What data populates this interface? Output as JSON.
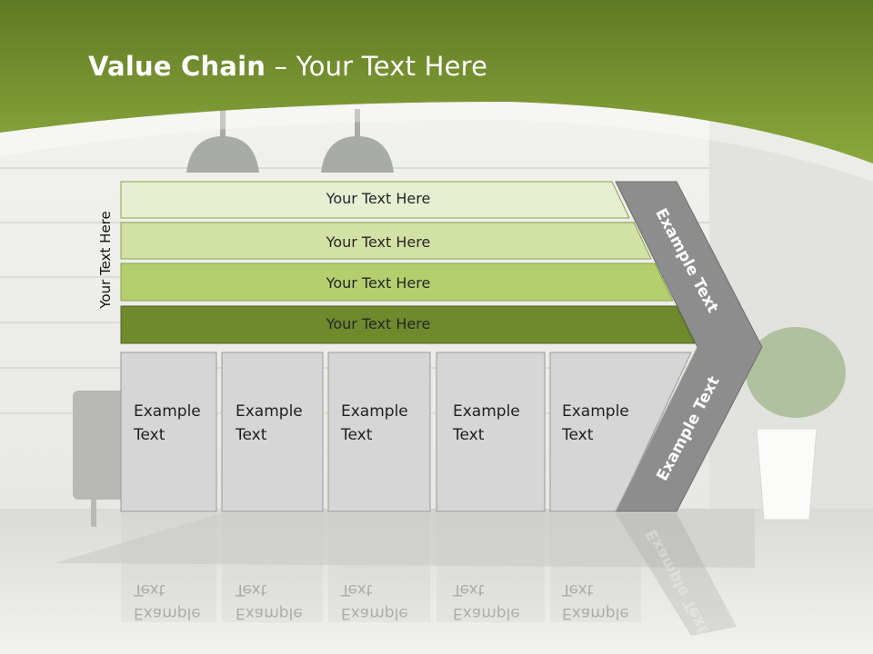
{
  "slide": {
    "title_bold": "Value Chain",
    "title_rest": " – Your Text Here",
    "side_label": "Your Text Here"
  },
  "bars": [
    {
      "label": "Your Text Here"
    },
    {
      "label": "Your Text Here"
    },
    {
      "label": "Your Text Here"
    },
    {
      "label": "Your Text Here"
    }
  ],
  "boxes": [
    {
      "line1": "Example",
      "line2": "Text"
    },
    {
      "line1": "Example",
      "line2": "Text"
    },
    {
      "line1": "Example",
      "line2": "Text"
    },
    {
      "line1": "Example",
      "line2": "Text"
    },
    {
      "line1": "Example",
      "line2": "Text"
    }
  ],
  "chevron": {
    "upper_label": "Example Text",
    "lower_label": "Example Text"
  },
  "colors": {
    "header_green": "#7a9a32",
    "bar1": "#e6efd2",
    "bar2": "#d2e2a5",
    "bar3": "#b5cf6e",
    "bar4": "#6f8a2c",
    "box": "#d6d6d6",
    "chevron": "#8d8d8d"
  }
}
